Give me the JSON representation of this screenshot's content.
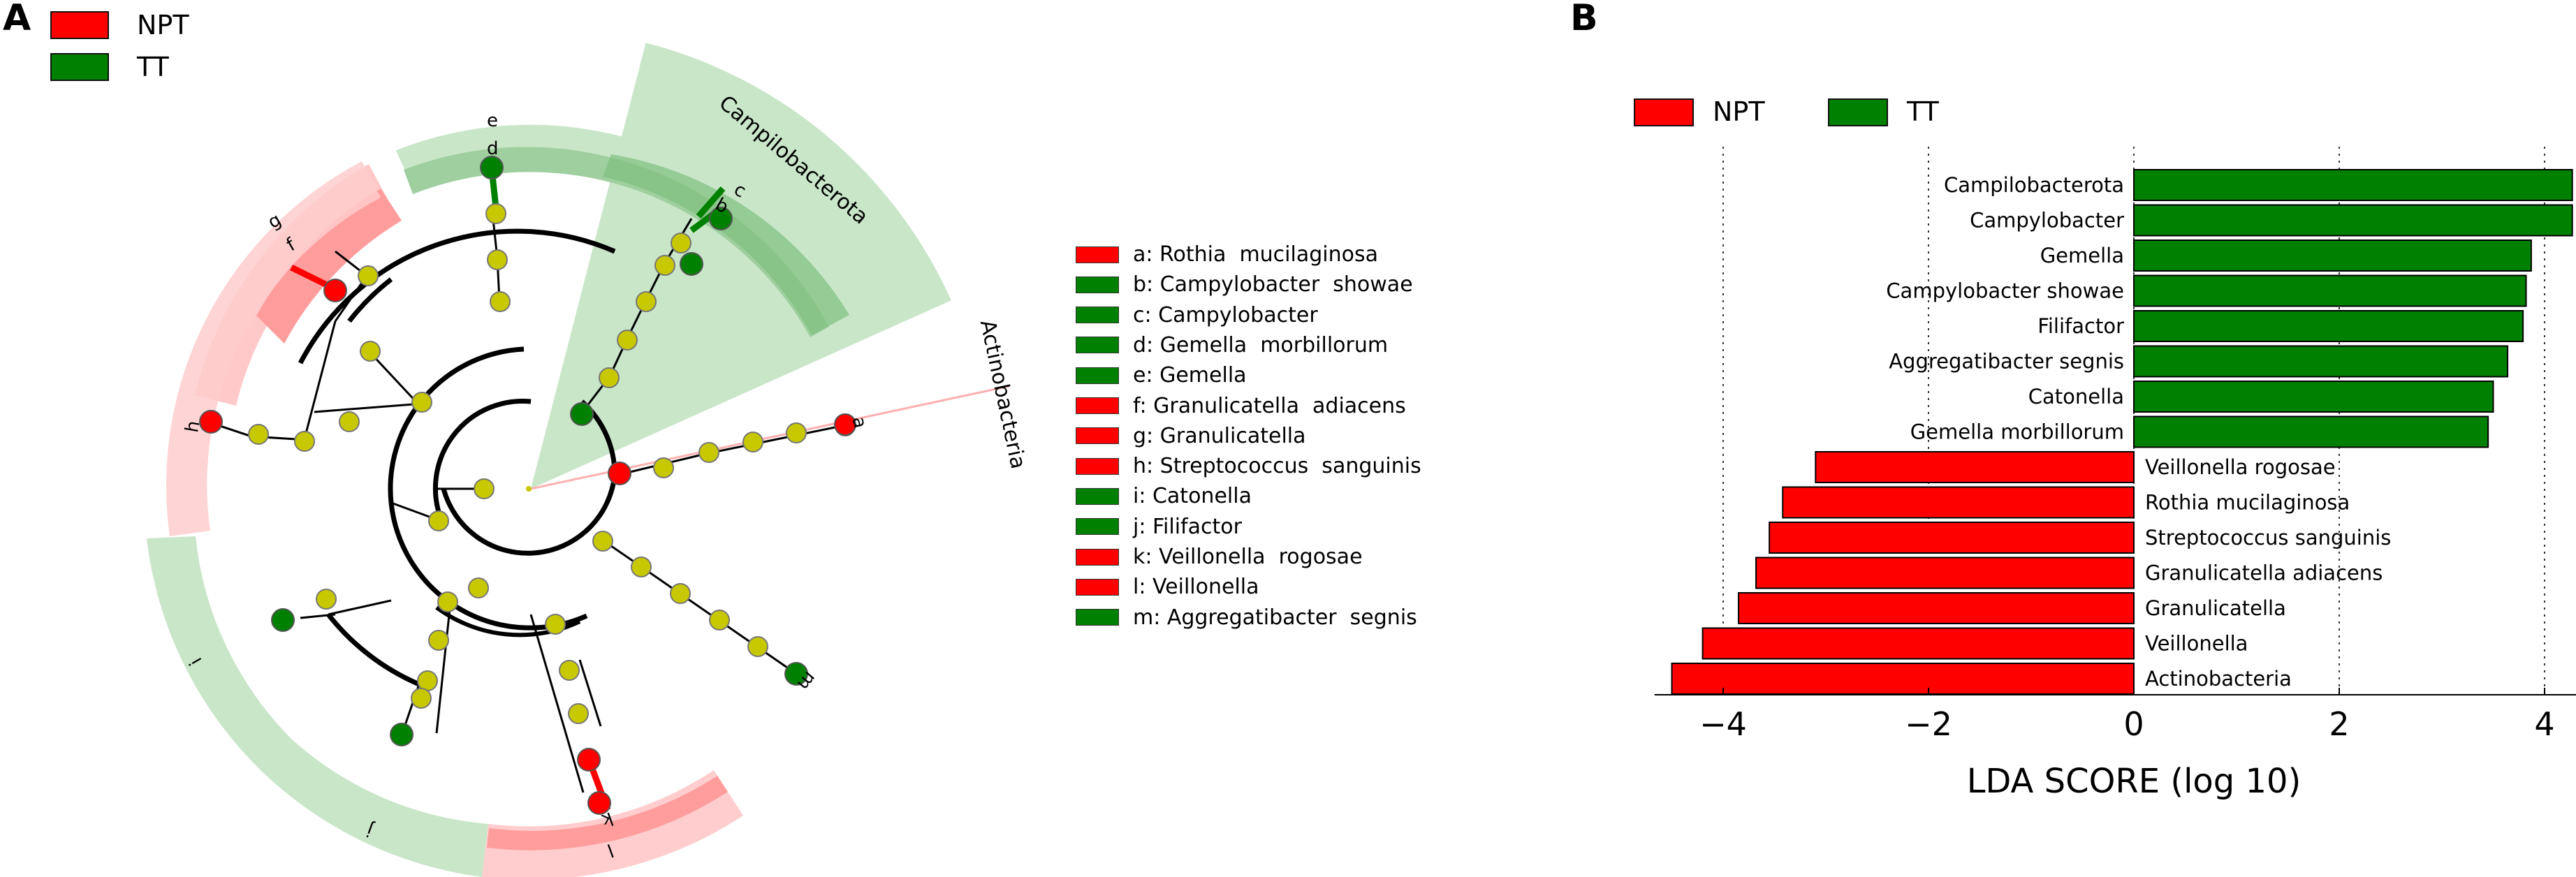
{
  "panel_a": {
    "letter": "A",
    "legend": [
      {
        "label": "NPT",
        "color": "#ff0000"
      },
      {
        "label": "TT",
        "color": "#008000"
      }
    ],
    "clade_labels": {
      "campylobacterota": "Campilobacterota",
      "actinobacteria": "Actinobacteria"
    },
    "node_letters": [
      "a",
      "b",
      "c",
      "d",
      "e",
      "f",
      "g",
      "h",
      "i",
      "j",
      "k",
      "l"
    ],
    "key": [
      {
        "code": "a",
        "text": "a: Rothia  mucilaginosa",
        "color": "#ff0000"
      },
      {
        "code": "b",
        "text": "b: Campylobacter  showae",
        "color": "#008000"
      },
      {
        "code": "c",
        "text": "c: Campylobacter",
        "color": "#008000"
      },
      {
        "code": "d",
        "text": "d: Gemella  morbillorum",
        "color": "#008000"
      },
      {
        "code": "e",
        "text": "e: Gemella",
        "color": "#008000"
      },
      {
        "code": "f",
        "text": "f: Granulicatella  adiacens",
        "color": "#ff0000"
      },
      {
        "code": "g",
        "text": "g: Granulicatella",
        "color": "#ff0000"
      },
      {
        "code": "h",
        "text": "h: Streptococcus  sanguinis",
        "color": "#ff0000"
      },
      {
        "code": "i",
        "text": "i: Catonella",
        "color": "#008000"
      },
      {
        "code": "j",
        "text": "j: Filifactor",
        "color": "#008000"
      },
      {
        "code": "k",
        "text": "k: Veillonella  rogosae",
        "color": "#ff0000"
      },
      {
        "code": "l",
        "text": "l: Veillonella",
        "color": "#ff0000"
      },
      {
        "code": "m",
        "text": "m: Aggregatibacter  segnis",
        "color": "#008000"
      }
    ]
  },
  "panel_b": {
    "letter": "B",
    "legend": [
      {
        "label": "NPT",
        "color": "#ff0000"
      },
      {
        "label": "TT",
        "color": "#008000"
      }
    ]
  },
  "chart_data": {
    "type": "bar",
    "orientation": "horizontal",
    "xlabel": "LDA SCORE (log 10)",
    "ylabel": "",
    "xlim": [
      -4.6,
      4.3
    ],
    "xticks": [
      -4,
      -2,
      0,
      2,
      4
    ],
    "xtick_labels": [
      "−4",
      "−2",
      "0",
      "2",
      "4"
    ],
    "grid": "vertical dotted at ticks",
    "legend_placement": "top-left",
    "categories": [
      "Campilobacterota",
      "Campylobacter",
      "Gemella",
      "Campylobacter showae",
      "Filifactor",
      "Aggregatibacter segnis",
      "Catonella",
      "Gemella morbillorum",
      "Veillonella rogosae",
      "Rothia mucilaginosa",
      "Streptococcus sanguinis",
      "Granulicatella adiacens",
      "Granulicatella",
      "Veillonella",
      "Actinobacteria"
    ],
    "values": [
      4.27,
      4.27,
      3.87,
      3.82,
      3.79,
      3.64,
      3.5,
      3.45,
      -3.1,
      -3.42,
      -3.55,
      -3.68,
      -3.85,
      -4.2,
      -4.5
    ],
    "groups": [
      "TT",
      "TT",
      "TT",
      "TT",
      "TT",
      "TT",
      "TT",
      "TT",
      "NPT",
      "NPT",
      "NPT",
      "NPT",
      "NPT",
      "NPT",
      "NPT"
    ],
    "colors": {
      "TT": "#008000",
      "NPT": "#ff0000"
    }
  }
}
